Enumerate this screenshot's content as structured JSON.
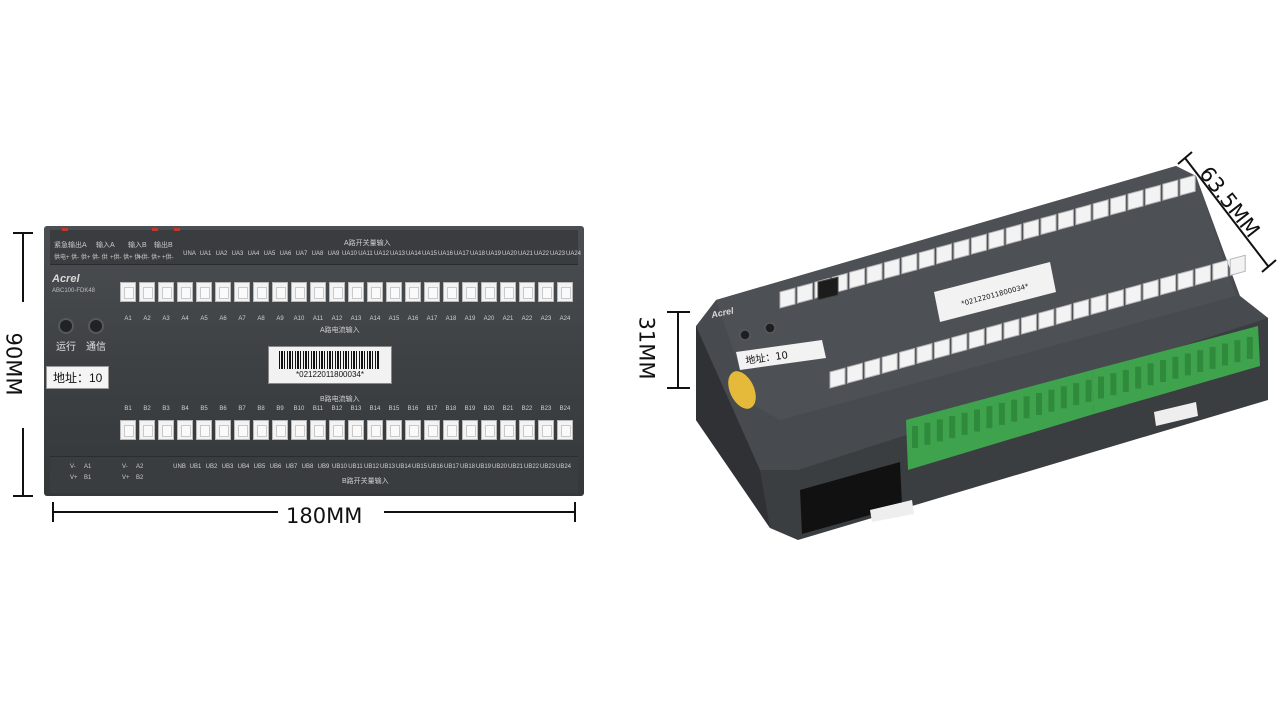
{
  "dimensions": {
    "height_front": "90MM",
    "width_front": "180MM",
    "depth_side": "31MM",
    "depth_diag": "63.5MM"
  },
  "device": {
    "brand": "Acrel",
    "model": "ABC100-FDK48",
    "address_label": "地址：10",
    "serial": "*02122011800034*",
    "led_run": "运行",
    "led_comm": "通信",
    "top_labels": [
      "紧急输出A",
      "输入A",
      "输入B",
      "输出B"
    ],
    "top_sub": [
      "供电+ 供- 供+ 供- 供",
      "+供- 供+ 供-",
      "+供- 供+",
      "+供-"
    ],
    "section_a_switch": "A路开关量输入",
    "section_a_current": "A路电流输入",
    "section_b_current": "B路电流输入",
    "section_b_switch": "B路开关量输入",
    "ua_labels": [
      "UNA",
      "UA1",
      "UA2",
      "UA3",
      "UA4",
      "UA5",
      "UA6",
      "UA7",
      "UA8",
      "UA9",
      "UA10",
      "UA11",
      "UA12",
      "UA13",
      "UA14",
      "UA15",
      "UA16",
      "UA17",
      "UA18",
      "UA19",
      "UA20",
      "UA21",
      "UA22",
      "UA23",
      "UA24"
    ],
    "a_labels": [
      "A1",
      "A2",
      "A3",
      "A4",
      "A5",
      "A6",
      "A7",
      "A8",
      "A9",
      "A10",
      "A11",
      "A12",
      "A13",
      "A14",
      "A15",
      "A16",
      "A17",
      "A18",
      "A19",
      "A20",
      "A21",
      "A22",
      "A23",
      "A24"
    ],
    "b_labels": [
      "B1",
      "B2",
      "B3",
      "B4",
      "B5",
      "B6",
      "B7",
      "B8",
      "B9",
      "B10",
      "B11",
      "B12",
      "B13",
      "B14",
      "B15",
      "B16",
      "B17",
      "B18",
      "B19",
      "B20",
      "B21",
      "B22",
      "B23",
      "B24"
    ],
    "ub_labels": [
      "UNB",
      "UB1",
      "UB2",
      "UB3",
      "UB4",
      "UB5",
      "UB6",
      "UB7",
      "UB8",
      "UB9",
      "UB10",
      "UB11",
      "UB12",
      "UB13",
      "UB14",
      "UB15",
      "UB16",
      "UB17",
      "UB18",
      "UB19",
      "UB20",
      "UB21",
      "UB22",
      "UB23",
      "UB24"
    ],
    "bottom_left": [
      "V-",
      "A1",
      "V+",
      "B1",
      "V-",
      "A2",
      "V+",
      "B2"
    ]
  }
}
